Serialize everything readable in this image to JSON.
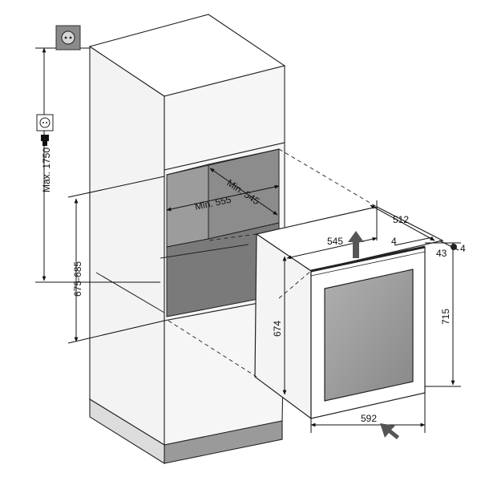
{
  "labels": {
    "max_height": "Max. 1750",
    "niche_height": "675-685",
    "min_width": "Min. 555",
    "min_depth": "Min. 545",
    "appliance_width_top": "545",
    "appliance_depth": "512",
    "gap_4a": "4",
    "gap_4b": "4",
    "gap_43": "43",
    "appliance_height_left": "674",
    "appliance_height_right": "715",
    "door_width": "592"
  },
  "colors": {
    "outline": "#222222",
    "panel_fill": "#ececec",
    "niche_fill": "#8c8c8c",
    "niche_floor": "#7a7a7a",
    "window_fill": "#9a9a9a",
    "arrow": "#555555",
    "socket_bg": "#8a8a8a"
  },
  "icons": [
    "wall-socket-icon",
    "power-plug-icon",
    "push-arrow-icon"
  ]
}
